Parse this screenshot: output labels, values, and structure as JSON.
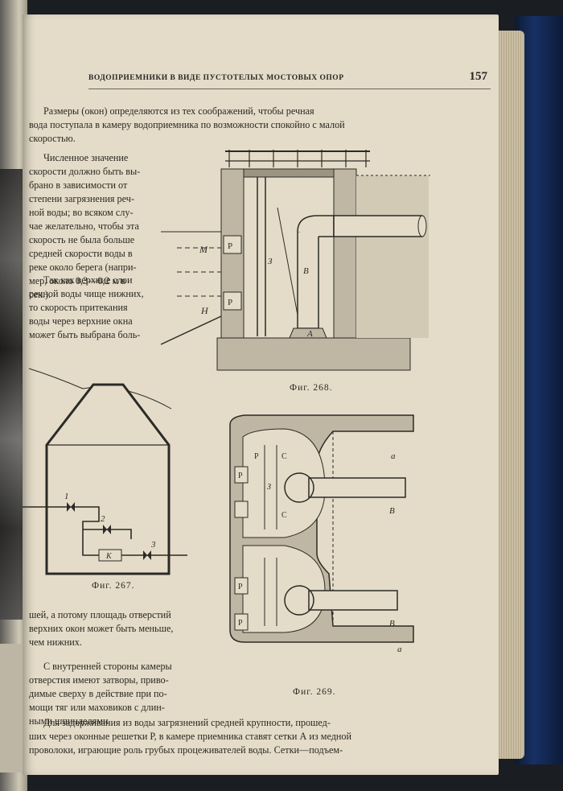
{
  "header": {
    "running_head": "Водоприемники в виде пустотелых мостовых опор",
    "page_number": "157"
  },
  "paragraph_1": [
    "Размеры (окон) определяются из тех соображений, чтобы речная",
    "вода поступала в камеру водоприемника по возможности спокойно с малой",
    "скоростью."
  ],
  "paragraph_2": [
    "Численное значение",
    "скорости должно быть вы-",
    "брано в зависимости от",
    "степени загрязнения реч-",
    "ной воды; во всяком слу-",
    "чае желательно, чтобы эта",
    "скорость не была больше",
    "средней скорости воды в",
    "реке около берега (напри-",
    "мер, около 0,3—0,2 м в",
    "сек.)."
  ],
  "paragraph_3": [
    "Так как верхние слои",
    "речной воды чище нижних,",
    "то скорость притекания",
    "воды через верхние окна",
    "может быть выбрана боль-"
  ],
  "paragraph_4": [
    "шей, а потому площадь отверстий",
    "верхних окон может быть меньше,",
    "чем нижних."
  ],
  "paragraph_5": [
    "С внутренней стороны камеры",
    "отверстия имеют затворы, приво-",
    "димые сверху в действие при по-",
    "мощи тяг или маховиков с длин-",
    "ными шпинделями."
  ],
  "paragraph_6": [
    "Для задерживания из воды загрязнений средней крупности, прошед-",
    "ших через оконные решетки Р, в камере приемника ставят сетки А из медной",
    "проволоки, играющие роль грубых процеживателей воды. Сетки—подъем-"
  ],
  "figures": {
    "fig_267": {
      "caption": "Фиг. 267.",
      "labels": [
        "1",
        "2",
        "3",
        "К"
      ]
    },
    "fig_268": {
      "caption": "Фиг. 268.",
      "labels": [
        "М",
        "Н",
        "Р",
        "Р",
        "З",
        "В",
        "А"
      ]
    },
    "fig_269": {
      "caption": "Фиг. 269.",
      "labels": [
        "а",
        "а",
        "Р",
        "С",
        "Р",
        "З",
        "С",
        "В",
        "В",
        "Р",
        "Р"
      ]
    }
  }
}
